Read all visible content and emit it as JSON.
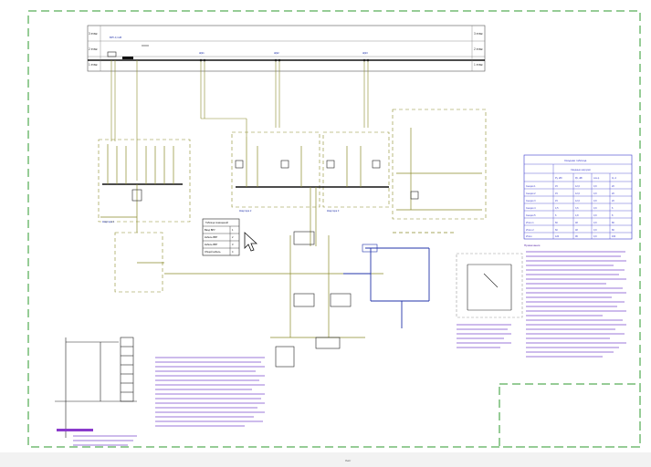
{
  "floors": [
    "3 этаж",
    "2 этаж",
    "1 этаж"
  ],
  "risers": [
    "ЩЭ1",
    "ЩЭ2",
    "ЩЭ3"
  ],
  "tenants": [
    "Квартира 1",
    "Квартира 2",
    "Квартира 3"
  ],
  "main_panel_label": "ВРУ-0,4 кВ",
  "room_table": {
    "title": "Таблица помещений",
    "rows": [
      {
        "name": "Ввод ВРУ",
        "val": "1"
      },
      {
        "name": "Кабель ВВГ",
        "val": "2"
      },
      {
        "name": "Кабель ВВГ",
        "val": "3"
      },
      {
        "name": "Общий кабель",
        "val": "4"
      }
    ]
  },
  "load_table": {
    "title": "Сводная таблица",
    "subtitle": "Сводные нагрузки",
    "col_headers": [
      "Ру, кВт",
      "Рр, кВт",
      "cos φ",
      "Ip, A"
    ],
    "rows": [
      {
        "name": "Секция 1",
        "vals": [
          "15",
          "12,0",
          "0,9",
          "20"
        ]
      },
      {
        "name": "Секция 2",
        "vals": [
          "15",
          "12,0",
          "0,9",
          "20"
        ]
      },
      {
        "name": "Секция 3",
        "vals": [
          "15",
          "12,0",
          "0,9",
          "20"
        ]
      },
      {
        "name": "Секция 4",
        "vals": [
          "4,5",
          "3,6",
          "0,9",
          "6"
        ]
      },
      {
        "name": "Секция 5",
        "vals": [
          "6",
          "4,8",
          "0,9",
          "8"
        ]
      },
      {
        "name": "Итого 1",
        "vals": [
          "60",
          "48",
          "0,9",
          "80"
        ]
      },
      {
        "name": "Итого 2",
        "vals": [
          "60",
          "48",
          "0,9",
          "80"
        ]
      },
      {
        "name": "Итого",
        "vals": [
          "120",
          "96",
          "0,9",
          "160"
        ]
      }
    ]
  },
  "notes_heading": "Примечания",
  "title_stamp": "Лист"
}
